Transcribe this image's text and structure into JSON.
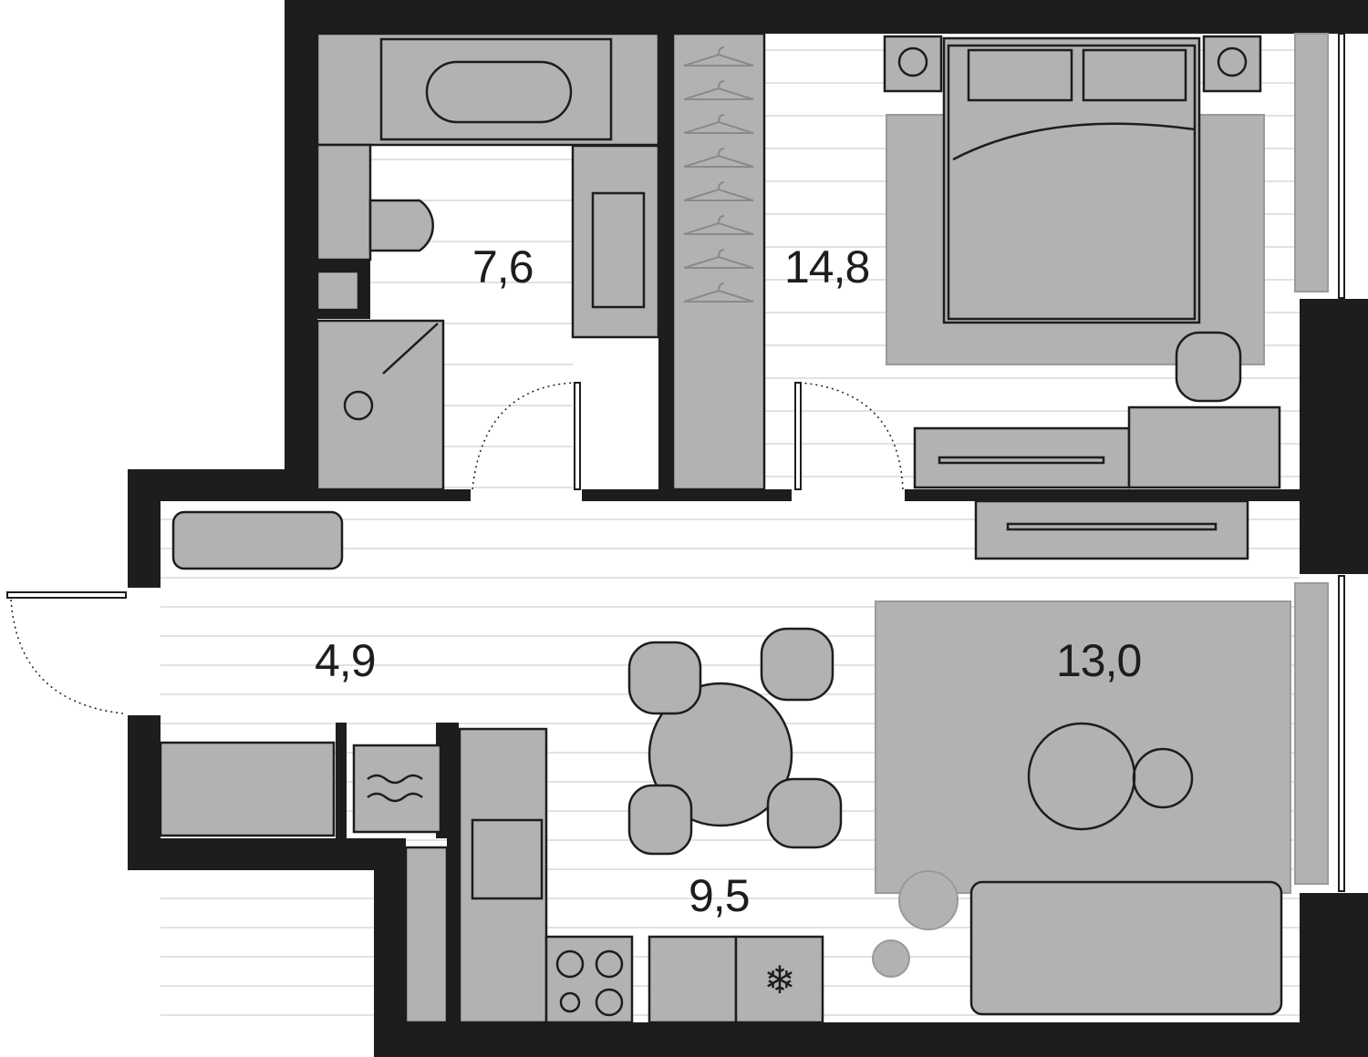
{
  "plan": {
    "rooms": [
      {
        "id": "bathroom",
        "area": "7,6"
      },
      {
        "id": "bedroom",
        "area": "14,8"
      },
      {
        "id": "hallway",
        "area": "4,9"
      },
      {
        "id": "living-room",
        "area": "13,0"
      },
      {
        "id": "kitchen",
        "area": "9,5"
      }
    ],
    "colors": {
      "wall": "#1d1d1b",
      "furniture": "#b2b2b2",
      "floor": "#ffffff"
    }
  }
}
